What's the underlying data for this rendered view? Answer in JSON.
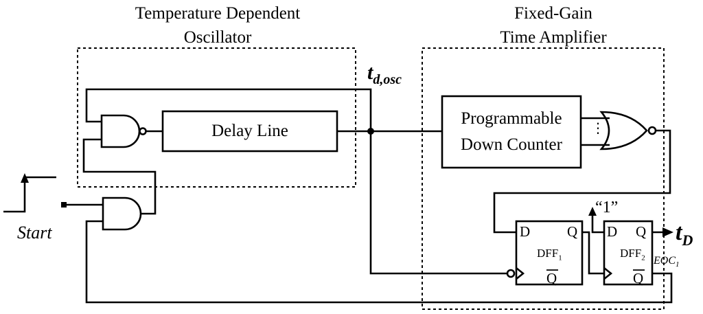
{
  "blocks": {
    "oscillator_title_line1": "Temperature Dependent",
    "oscillator_title_line2": "Oscillator",
    "amplifier_title_line1": "Fixed-Gain",
    "amplifier_title_line2": "Time Amplifier",
    "delay_line": "Delay Line",
    "counter_line1": "Programmable",
    "counter_line2": "Down Counter"
  },
  "signals": {
    "td_osc_main": "t",
    "td_osc_sub": "d,osc",
    "start": "Start",
    "td_main": "t",
    "td_sub": "D",
    "eoc_main": "EOC",
    "eoc_sub": "1",
    "const_one": "“1”"
  },
  "flipflops": {
    "dff1_d": "D",
    "dff1_q": "Q",
    "dff1_qbar": "Q",
    "dff1_name": "DFF",
    "dff1_sub": "1",
    "dff2_d": "D",
    "dff2_q": "Q",
    "dff2_qbar": "Q",
    "dff2_name": "DFF",
    "dff2_sub": "2"
  }
}
